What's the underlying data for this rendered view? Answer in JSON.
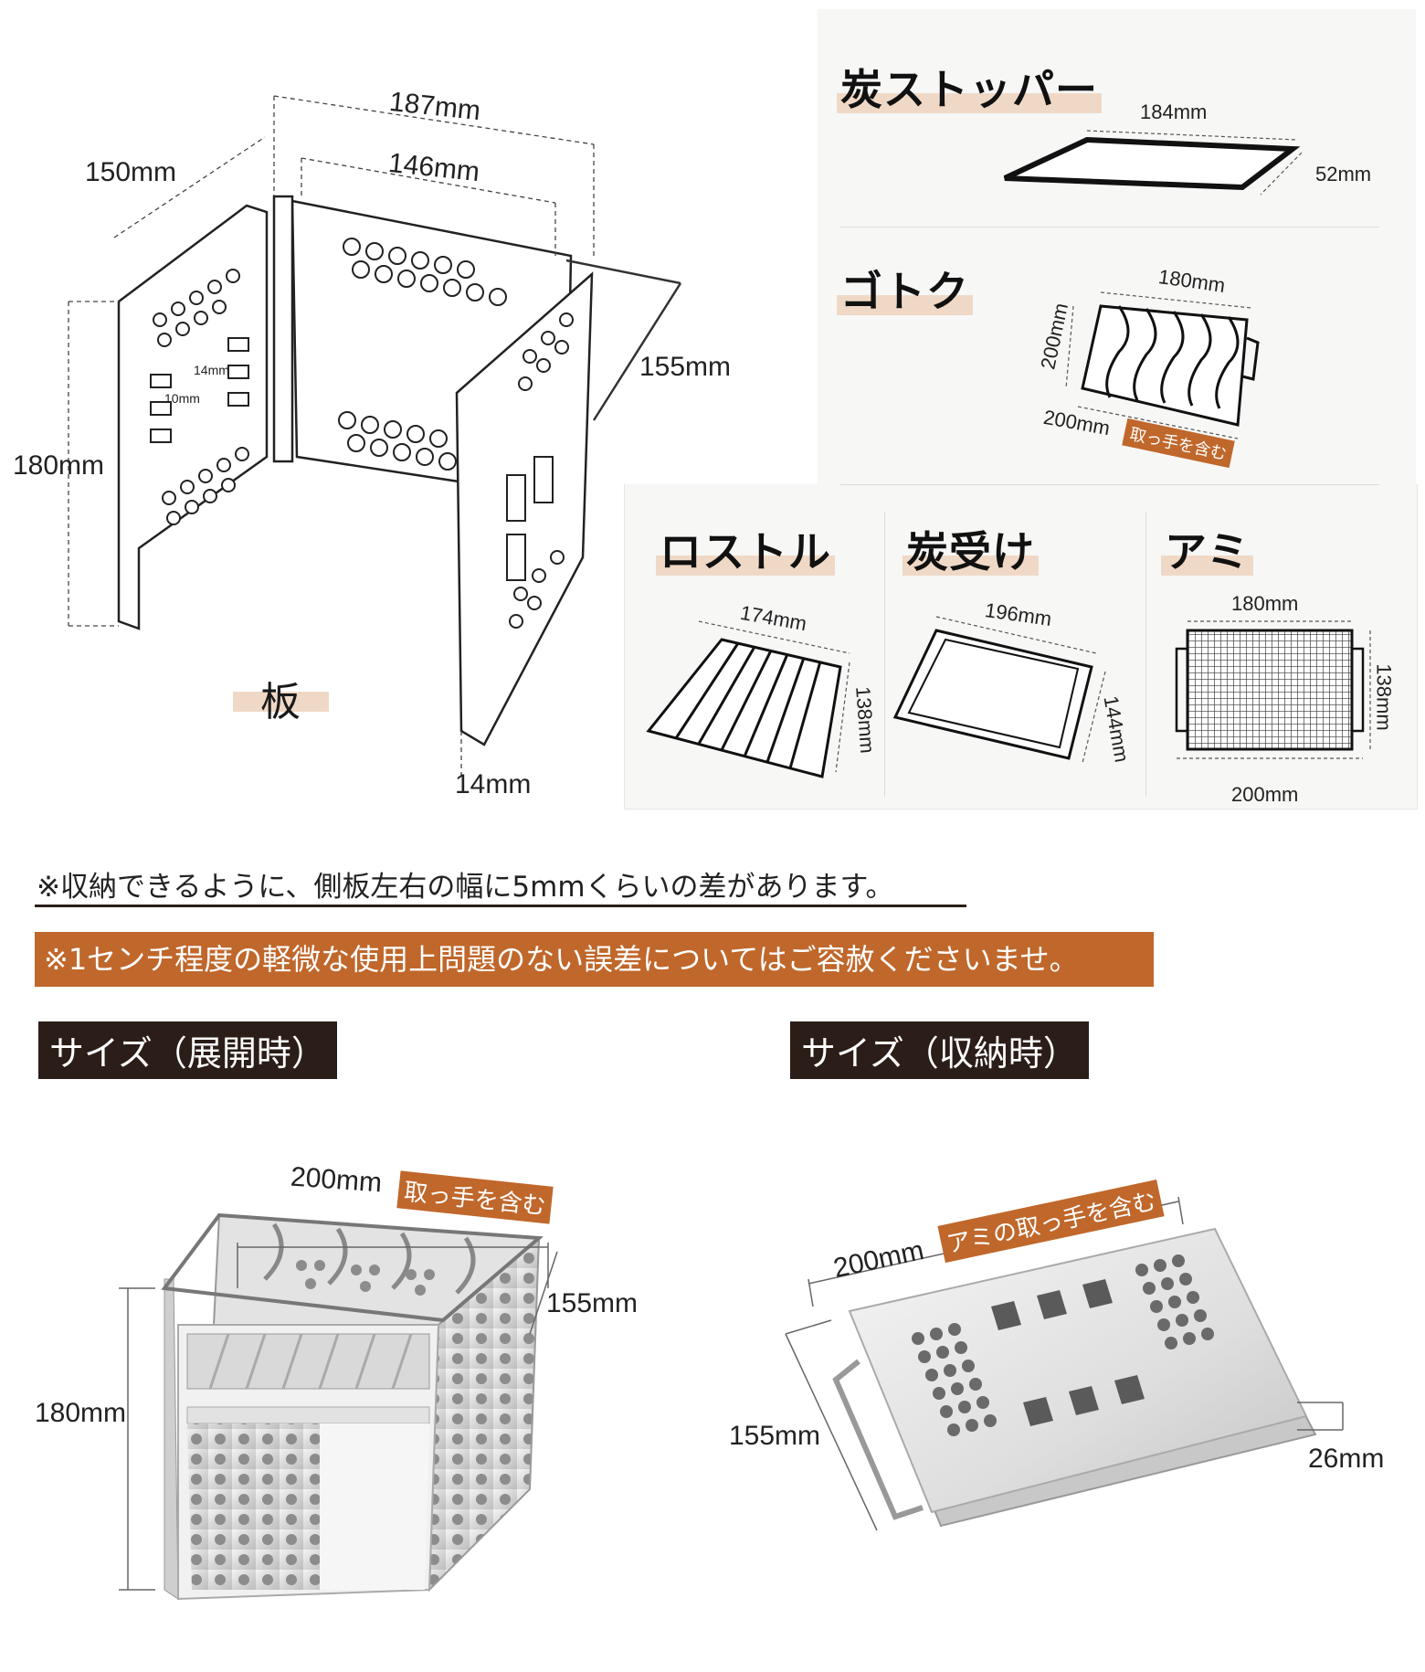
{
  "plate": {
    "dims": {
      "d187": "187mm",
      "d146": "146mm",
      "d150": "150mm",
      "d155": "155mm",
      "d180": "180mm",
      "d14mm": "14mm",
      "d14small": "14mm",
      "d10small": "10mm"
    },
    "label": "板"
  },
  "stopper": {
    "title": "炭ストッパー",
    "width": "184mm",
    "height": "52mm"
  },
  "gotoku": {
    "title": "ゴトク",
    "top": "180mm",
    "side": "200mm",
    "bottom": "200mm",
    "tag": "取っ手を含む"
  },
  "rostol": {
    "title": "ロストル",
    "width": "174mm",
    "depth": "138mm"
  },
  "ashpan": {
    "title": "炭受け",
    "width": "196mm",
    "depth": "144mm"
  },
  "ami": {
    "title": "アミ",
    "top": "180mm",
    "side": "138mm",
    "bottom": "200mm"
  },
  "notes": {
    "note1": "※収納できるように、側板左右の幅に5mmくらいの差があります。",
    "note2": "※1センチ程度の軽微な使用上問題のない誤差についてはご容赦くださいませ。"
  },
  "expanded": {
    "label": "サイズ（展開時）",
    "width": "200mm",
    "tag": "取っ手を含む",
    "depth": "155mm",
    "height": "180mm"
  },
  "stored": {
    "label": "サイズ（収納時）",
    "width": "200mm",
    "tag": "アミの取っ手を含む",
    "depth": "155mm",
    "thickness": "26mm"
  },
  "colors": {
    "accent": "#c0672b",
    "highlight": "#efd9c6",
    "dark": "#2b1d17",
    "panel": "#f7f7f6"
  }
}
